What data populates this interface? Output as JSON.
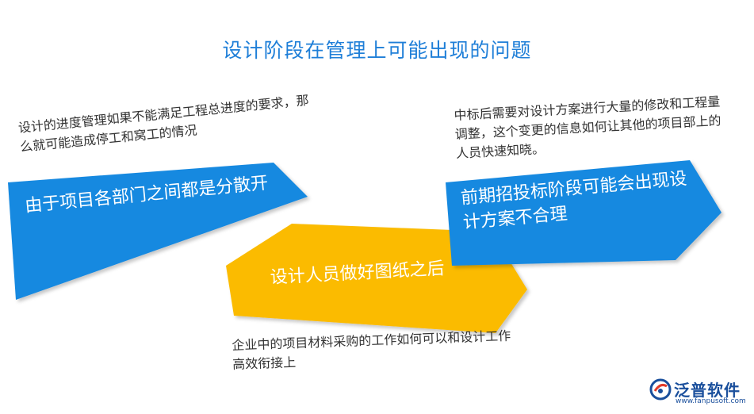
{
  "title": "设计阶段在管理上可能出现的问题",
  "steps": [
    {
      "label": "由于项目各部门之间都是分散开",
      "note": "设计的进度管理如果不能满足工程总进度的要求，那么就可能造成停工和窝工的情况",
      "color": "#1989e0"
    },
    {
      "label": "设计人员做好图纸之后",
      "note": "企业中的项目材料采购的工作如何可以和设计工作高效衔接上",
      "color": "#fbbb06"
    },
    {
      "label": "前期招投标阶段可能会出现设计方案不合理",
      "note": "中标后需要对设计方案进行大量的修改和工程量调整，这个变更的信息如何让其他的项目部上的人员快速知晓。",
      "color": "#1989e0"
    }
  ],
  "logo": {
    "name": "泛普软件",
    "url": "www.fanpusoft.com",
    "color": "#1a4f9c"
  }
}
